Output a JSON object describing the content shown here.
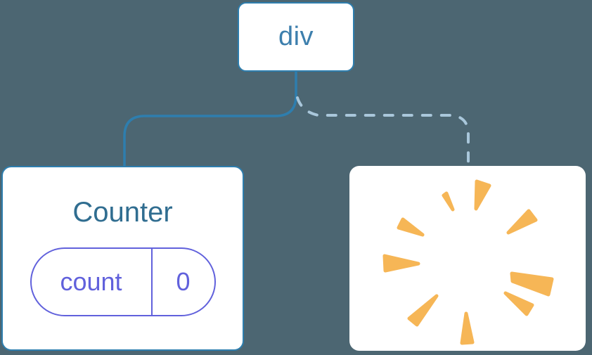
{
  "canvas": {
    "background": "#4C6672"
  },
  "colors": {
    "node_fill": "#FFFFFF",
    "node_border": "#2E7EAE",
    "solid_link": "#2E7EAE",
    "dashed_link": "#A9C7DB",
    "root_text": "#3D7FAD",
    "component_text": "#306D90",
    "state_accent": "#6161DC",
    "poof": "#F6B656"
  },
  "diagram": {
    "root_node": {
      "label": "div"
    },
    "component_node": {
      "title": "Counter",
      "state": {
        "key": "count",
        "value": "0"
      }
    },
    "removed_node": {
      "icon": "poof-starburst"
    }
  },
  "illustration": {
    "poof_rays": [
      "180,61 181,22 199,28",
      "147,62 134,42 138,39",
      "104,98 76,76 70,88",
      "226,95 255,64 265,77",
      "98,139 50,128 51,149",
      "231,153 288,161 283,183 232,164",
      "222,181 252,211 260,198",
      "124,185 85,217 96,226",
      "166,210 160,252 175,251"
    ]
  }
}
